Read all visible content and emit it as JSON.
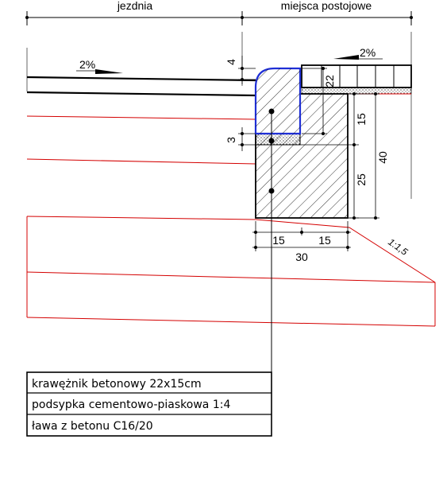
{
  "headers": {
    "left": "jezdnia",
    "right": "miejsca postojowe"
  },
  "slopes": {
    "road": "2%",
    "parking": "2%",
    "embankment": "1:1,5"
  },
  "dimensions": {
    "top_offset": "4",
    "curb_height": "22",
    "bed_thickness": "3",
    "upper_block": "15",
    "total_height": "40",
    "foundation_height": "25",
    "base_left": "15",
    "base_right": "15",
    "base_total": "30"
  },
  "legend": [
    "krawężnik betonowy 22x15cm",
    "podsypka cementowo-piaskowa 1:4",
    "ława z betonu C16/20"
  ],
  "colors": {
    "line": "#000000",
    "curb_outline": "#1f2fd6",
    "layers": "#d40000"
  }
}
